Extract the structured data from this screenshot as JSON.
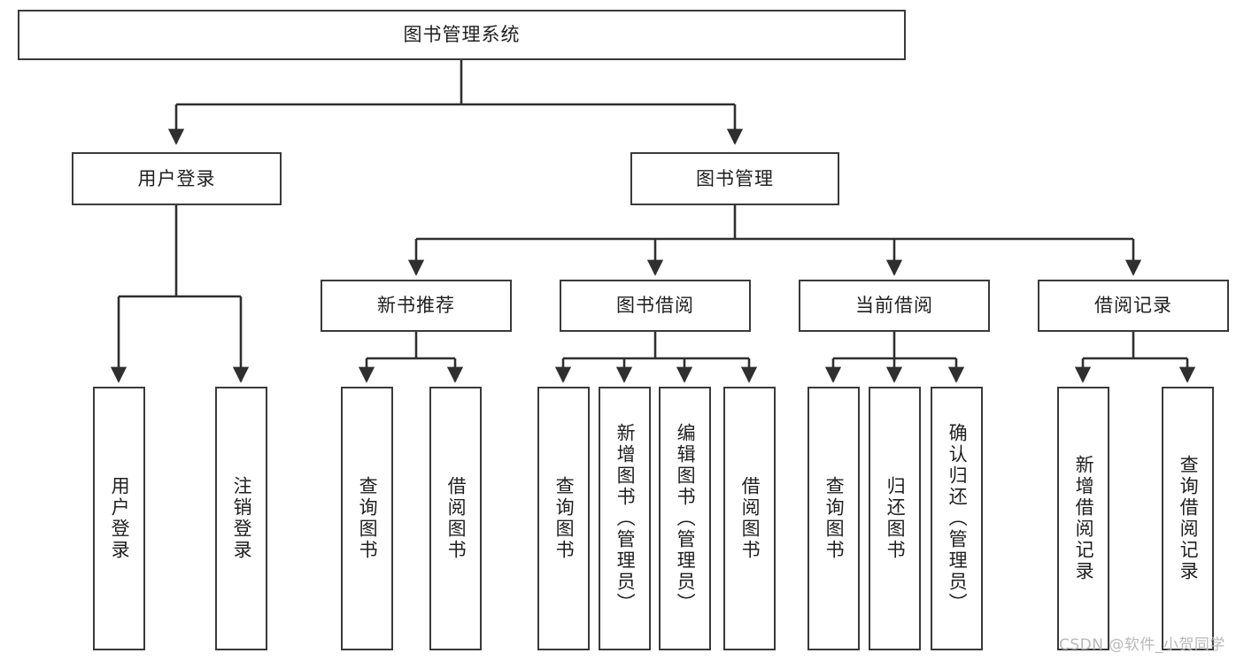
{
  "diagram": {
    "type": "tree",
    "title": "图书管理系统",
    "watermark": "CSDN @软件_小贺同学",
    "colors": {
      "background": "#ffffff",
      "box_border": "#3a3a3a",
      "box_fill": "#ffffff",
      "text": "#1f1f1f",
      "connector": "#2f2f2f",
      "watermark": "#b9b9b9"
    },
    "nodes": {
      "root": {
        "label": "图书管理系统"
      },
      "level1": [
        {
          "label": "用户登录"
        },
        {
          "label": "图书管理"
        }
      ],
      "level2": [
        {
          "label": "新书推荐"
        },
        {
          "label": "图书借阅"
        },
        {
          "label": "当前借阅"
        },
        {
          "label": "借阅记录"
        }
      ],
      "leaves": {
        "user_login": [
          {
            "label": "用户登录"
          },
          {
            "label": "注销登录"
          }
        ],
        "new_book_recommend": [
          {
            "label": "查询图书"
          },
          {
            "label": "借阅图书"
          }
        ],
        "book_borrow": [
          {
            "label": "查询图书"
          },
          {
            "label": "新增图书（管理员）"
          },
          {
            "label": "编辑图书（管理员）"
          },
          {
            "label": "借阅图书"
          }
        ],
        "current_borrow": [
          {
            "label": "查询图书"
          },
          {
            "label": "归还图书"
          },
          {
            "label": "确认归还（管理员）"
          }
        ],
        "borrow_records": [
          {
            "label": "新增借阅记录"
          },
          {
            "label": "查询借阅记录"
          }
        ]
      }
    }
  }
}
